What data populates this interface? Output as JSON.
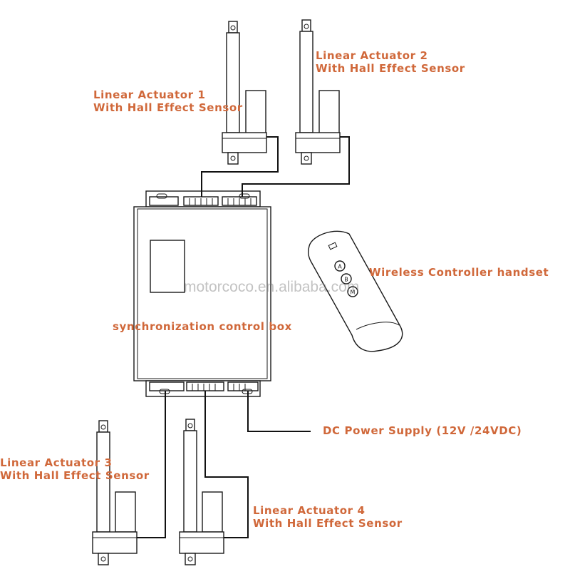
{
  "colors": {
    "label": "#d0683a",
    "line": "#1a1a1a"
  },
  "labels": {
    "actuator1_line1": "Linear Actuator 1",
    "actuator1_line2": "With Hall Effect Sensor",
    "actuator2_line1": "Linear Actuator 2",
    "actuator2_line2": "With Hall Effect Sensor",
    "actuator3_line1": "Linear Actuator 3",
    "actuator3_line2": "With Hall Effect Sensor",
    "actuator4_line1": "Linear Actuator 4",
    "actuator4_line2": "With Hall Effect Sensor",
    "control_box": "synchronization control box",
    "wireless": "Wireless Controller handset",
    "power": "DC Power Supply (12V /24VDC)",
    "watermark": "motorcoco.en.alibaba.com"
  },
  "remote": {
    "buttons": [
      "A",
      "B",
      "M"
    ]
  }
}
